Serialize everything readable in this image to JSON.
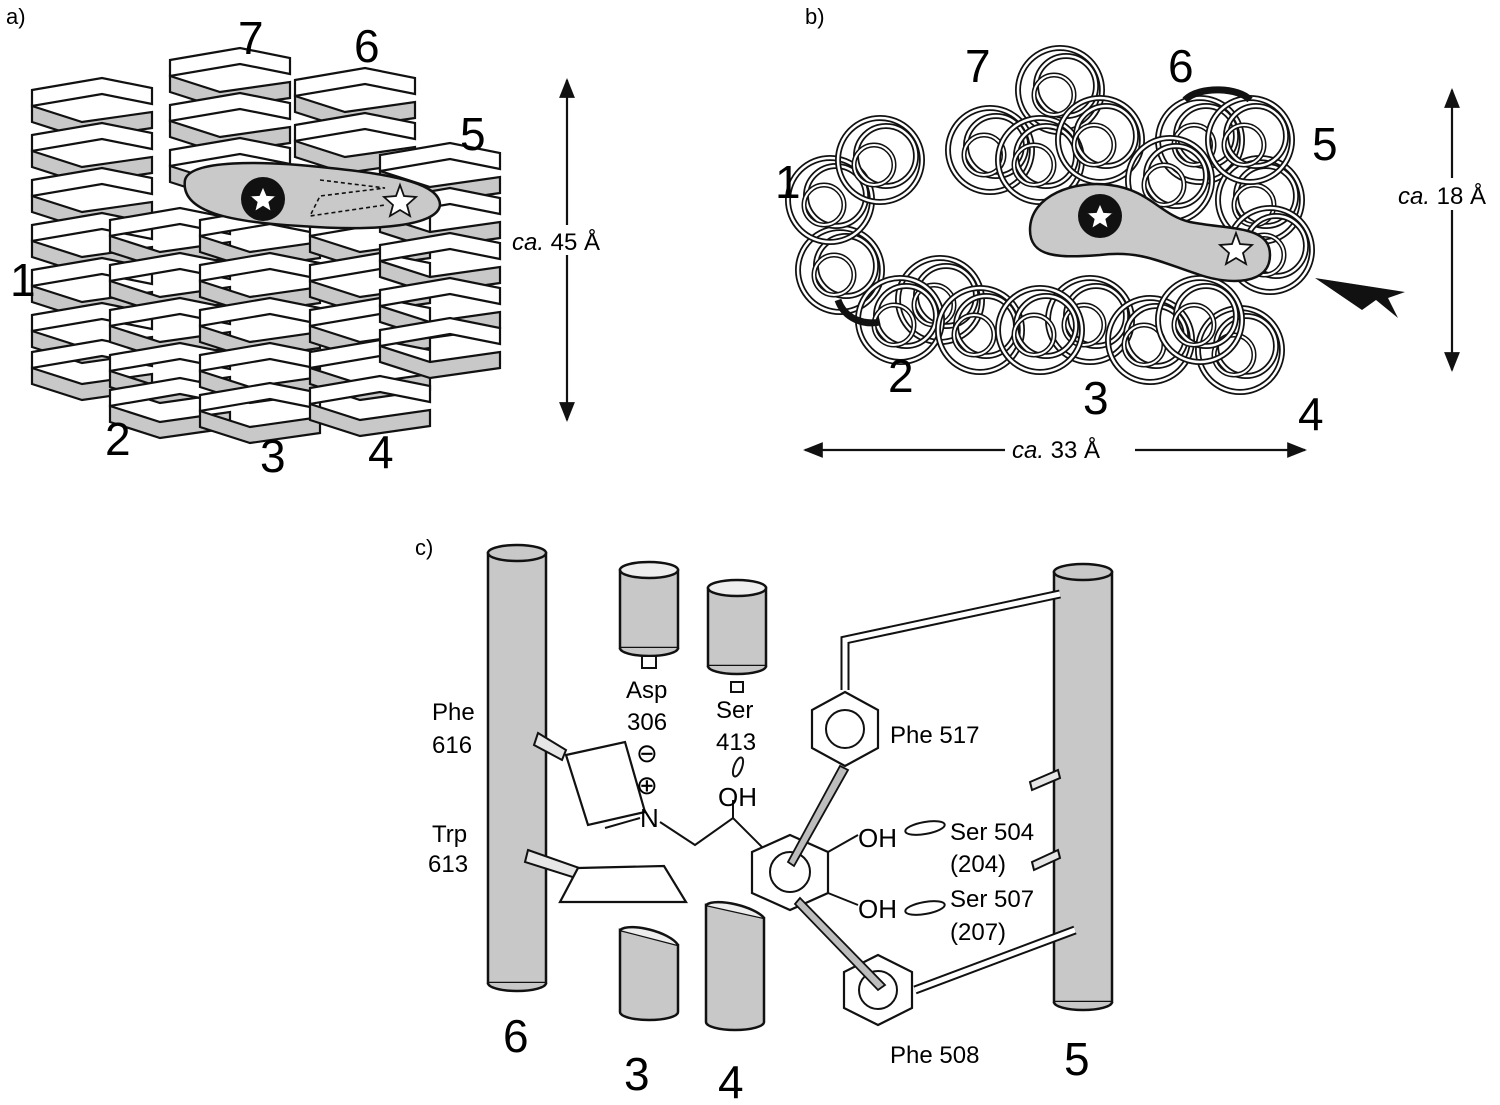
{
  "panel_a": {
    "label": "a)",
    "helix_numbers": [
      "1",
      "2",
      "3",
      "4",
      "5",
      "6",
      "7"
    ],
    "dimension": {
      "italic": "ca.",
      "value": " 45 Å"
    }
  },
  "panel_b": {
    "label": "b)",
    "helix_numbers": [
      "1",
      "2",
      "3",
      "4",
      "5",
      "6",
      "7"
    ],
    "dimension_vertical": {
      "italic": "ca.",
      "value": " 18 Å"
    },
    "dimension_horizontal": {
      "italic": "ca.",
      "value": " 33 Å"
    }
  },
  "panel_c": {
    "label": "c)",
    "helix_numbers": {
      "h6": "6",
      "h3": "3",
      "h4": "4",
      "h5": "5"
    },
    "residues": {
      "phe616_a": "Phe",
      "phe616_b": "616",
      "trp613_a": "Trp",
      "trp613_b": "613",
      "asp306_a": "Asp",
      "asp306_b": "306",
      "ser413_a": "Ser",
      "ser413_b": "413",
      "phe517": "Phe 517",
      "ser504_a": "Ser 504",
      "ser504_b": "(204)",
      "ser507_a": "Ser 507",
      "ser507_b": "(207)",
      "phe508": "Phe 508"
    },
    "chem": {
      "minus": "⊖",
      "plus": "⊕",
      "n": "N",
      "oh_chain": "OH",
      "oh_ring1": "OH",
      "oh_ring2": "OH"
    }
  },
  "colors": {
    "helix_fill": "#c8c8c8",
    "ligand_fill": "#c9c9c9",
    "stroke": "#111111"
  }
}
